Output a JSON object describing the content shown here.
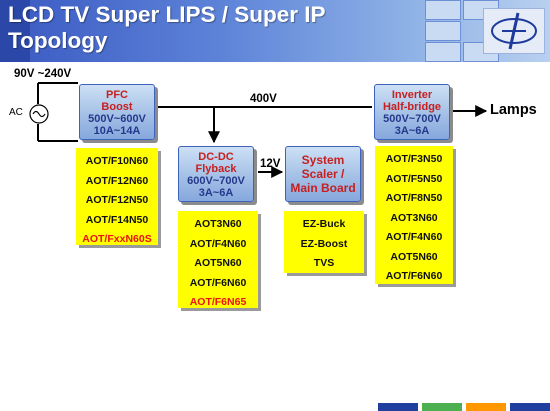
{
  "title": "LCD TV Super LIPS / Super IP Topology",
  "colors": {
    "header": "#4f74d1",
    "block_fill": "#a9c4e8",
    "list_fill": "#ffff00",
    "highlight_text": "#ee1111"
  },
  "input": {
    "voltage": "90V ~240V",
    "source": "AC"
  },
  "bus": {
    "voltage": "400V",
    "output": "Lamps",
    "low_voltage": "12V"
  },
  "blocks": [
    {
      "name": "PFC",
      "subname": "Boost",
      "spec1": "500V~600V",
      "spec2": "10A~14A"
    },
    {
      "name": "DC-DC",
      "subname": "Flyback",
      "spec1": "600V~700V",
      "spec2": "3A~6A"
    },
    {
      "name": "System",
      "subname": "Scaler /",
      "spec1": "Main Board",
      "spec2": ""
    },
    {
      "name": "Inverter",
      "subname": "Half-bridge",
      "spec1": "500V~700V",
      "spec2": "3A~6A"
    }
  ],
  "lists": {
    "pfc": [
      {
        "text": "AOT/F10N60",
        "highlight": false
      },
      {
        "text": "AOT/F12N60",
        "highlight": false
      },
      {
        "text": "AOT/F12N50",
        "highlight": false
      },
      {
        "text": "AOT/F14N50",
        "highlight": false
      },
      {
        "text": "AOT/FxxN60S",
        "highlight": true
      }
    ],
    "flyback": [
      {
        "text": "AOT3N60",
        "highlight": false
      },
      {
        "text": "AOT/F4N60",
        "highlight": false
      },
      {
        "text": "AOT5N60",
        "highlight": false
      },
      {
        "text": "AOT/F6N60",
        "highlight": false
      },
      {
        "text": "AOT/F6N65",
        "highlight": true
      }
    ],
    "scaler": [
      {
        "text": "EZ-Buck",
        "highlight": false
      },
      {
        "text": "EZ-Boost",
        "highlight": false
      },
      {
        "text": "TVS",
        "highlight": false
      }
    ],
    "inverter": [
      {
        "text": "AOT/F3N50",
        "highlight": false
      },
      {
        "text": "AOT/F5N50",
        "highlight": false
      },
      {
        "text": "AOT/F8N50",
        "highlight": false
      },
      {
        "text": "AOT3N60",
        "highlight": false
      },
      {
        "text": "AOT/F4N60",
        "highlight": false
      },
      {
        "text": "AOT5N60",
        "highlight": false
      },
      {
        "text": "AOT/F6N60",
        "highlight": false
      }
    ]
  }
}
